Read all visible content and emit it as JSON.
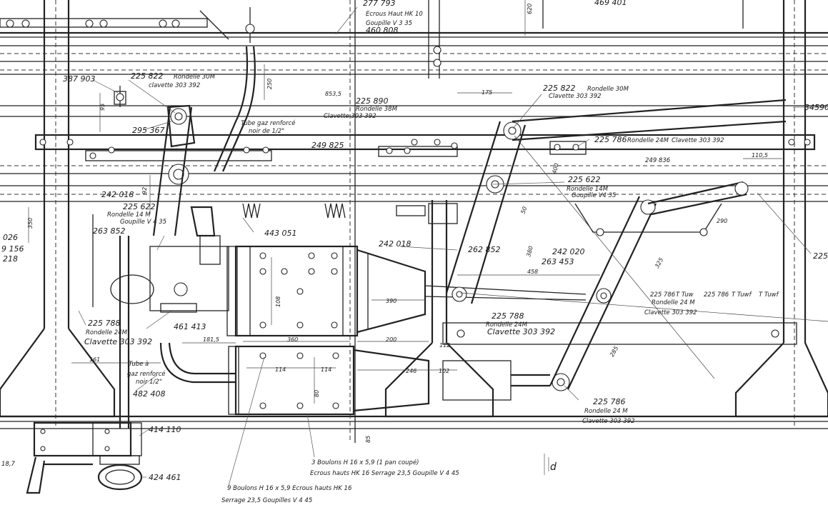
{
  "part_labels": {
    "p277793": "277 793",
    "p469401": "469 401",
    "ecrous_hk10": "Ecrous Haut HK 10",
    "goupille_v335a": "Goupille V 3 35",
    "p460808": "460 808",
    "p387903": "387 903",
    "p225822_left": "225 822",
    "rondelle_30m_left": "Rondelle 30M",
    "clavette_303392_a": "clavette 303 392",
    "p225822_right": "225 822",
    "rondelle_30m_right": "Rondelle 30M",
    "clavette_303392_b": "Clavette 303 392",
    "p225890": "225 890",
    "rondelle_38m": "Rondelle 38M",
    "clavette_303392_c": "Clavette 303 392",
    "p34590": "34590",
    "tube_gaz_1": "Tube gaz renforcé",
    "tube_gaz_2": "noir de 1/2\"",
    "p295367": "295 367",
    "p249825": "249 825",
    "p225786_top": "225 786",
    "rondelle_24m_top": "Rondelle 24M",
    "clavette_303392_top": "Clavette 303 392",
    "p249836": "249 836",
    "p225622_right": "225 622",
    "rondelle_14m_right": "Rondelle 14M",
    "goupille_v435_right": "Goupille V4 35",
    "p242018_left": "242 018",
    "p225622_left": "225 622",
    "rondelle_14m_left": "Rondelle 14 M",
    "goupille_v435_left": "Goupille V 4 35",
    "p263852_left": "263 852",
    "p443051": "443 051",
    "p242018_mid": "242 018",
    "p262852": "262 852",
    "p242020": "242 020",
    "p263453": "263 453",
    "p225786_mid": "225 786",
    "t_tuw": "T Tuw",
    "p225786_mid2": "225 786",
    "t_tuwf": "T Tuwf",
    "t_tuwf2": "T Tuwf",
    "rondelle_24m_mid": "Rondelle 24 M",
    "clavette_303392_mid": "Clavette 303 392",
    "p225788_center": "225 788",
    "rondelle_24m_center": "Rondelle 24M",
    "clavette_303392_center": "Clavette 303 392",
    "p026": "026",
    "p9156": "9 156",
    "p218": "218",
    "p225_edge": "225",
    "p225788_left": "225 788",
    "rondelle_24m_left": "Rondelle 24M",
    "clavette_303392_left": "Clavette 303 392",
    "p461413": "461 413",
    "tube_a": "Tube à",
    "gaz_renforce": "gaz renforcé",
    "noir_12": "noir 1/2\"",
    "p482408": "482 408",
    "p225786_bottom": "225 786",
    "rondelle_24m_bottom": "Rondelle 24 M",
    "clavette_303392_bottom": "Clavette 303 392",
    "p414110": "414 110",
    "p424461": "424 461",
    "p18_7": "18,7",
    "boulons_3": "3 Boulons H 16 x 5,9 (1 pan coupé)",
    "ecrous_hk16_3": "Ecrous hauts HK 16  Serrage 23,5  Goupille V 4 45",
    "boulons_9": "9 Boulons H 16 x 5,9 Ecrous hauts HK 16",
    "serrage_9": "Serrage 23,5  Goupilles V 4 45",
    "section_d": "d"
  },
  "dimensions": {
    "d620": "620",
    "d250": "250",
    "d853": "853,5",
    "d175": "175",
    "d95": "95",
    "d92": "92",
    "d350": "350",
    "d108": "108",
    "d390": "390",
    "d360": "360",
    "d200": "200",
    "d181": "181,5",
    "d161": "161",
    "d114a": "114",
    "d114b": "114",
    "d80": "80",
    "d246": "246",
    "d102": "102",
    "d112": "112",
    "d458": "458",
    "d380": "380",
    "d325": "325",
    "d290": "290",
    "d1105": "110,5",
    "d50": "50",
    "d285": "285",
    "d85": "85",
    "d400": "400"
  }
}
